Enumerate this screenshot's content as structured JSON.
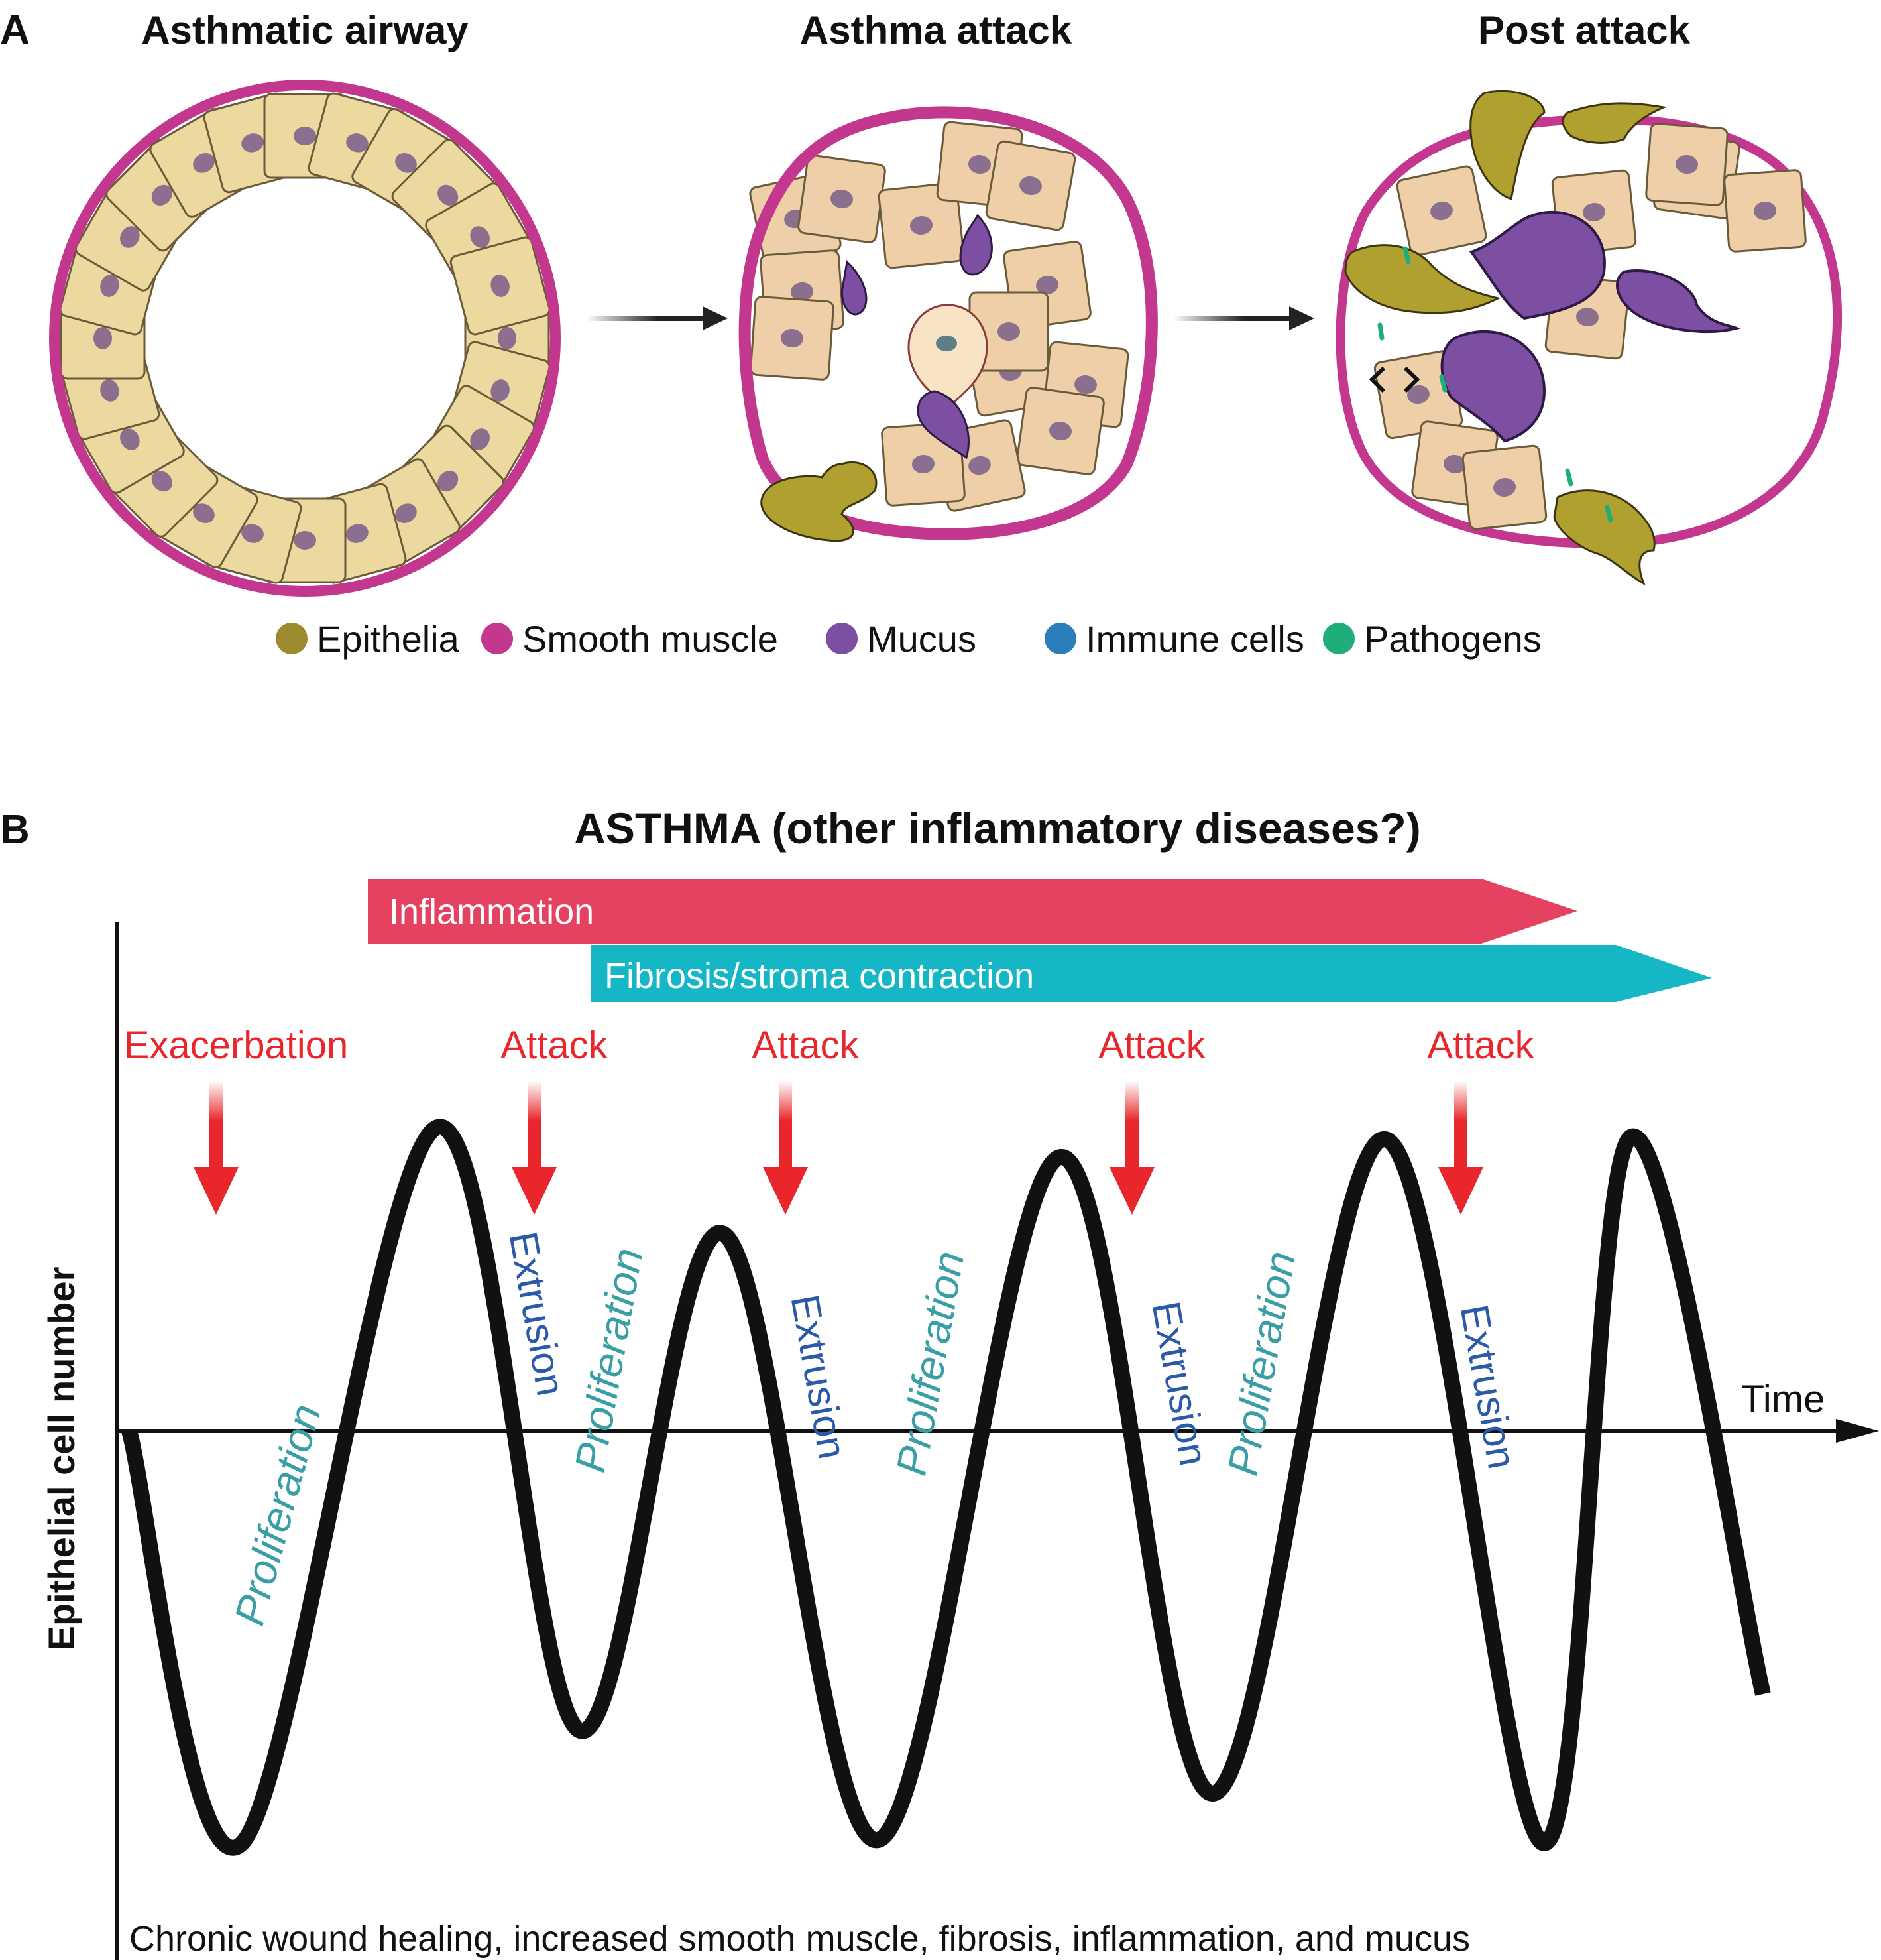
{
  "panel_a": {
    "label": "A",
    "stages": [
      {
        "title": "Asthmatic airway"
      },
      {
        "title": "Asthma attack"
      },
      {
        "title": "Post attack"
      }
    ],
    "legend": [
      {
        "label": "Epithelia",
        "color": "#9c8a2e"
      },
      {
        "label": "Smooth muscle",
        "color": "#c4378e"
      },
      {
        "label": "Mucus",
        "color": "#7d4fa2"
      },
      {
        "label": "Immune cells",
        "color": "#2a7fba"
      },
      {
        "label": "Pathogens",
        "color": "#1fae7a"
      }
    ]
  },
  "panel_b": {
    "label": "B",
    "title": "ASTHMA (other inflammatory diseases?)",
    "bars": [
      {
        "label": "Inflammation",
        "color": "#e44260"
      },
      {
        "label": "Fibrosis/stroma contraction",
        "color": "#15b6c6"
      }
    ],
    "events": [
      {
        "label": "Exacerbation"
      },
      {
        "label": "Attack"
      },
      {
        "label": "Attack"
      },
      {
        "label": "Attack"
      },
      {
        "label": "Attack"
      }
    ],
    "y_axis_label": "Epithelial cell number",
    "x_axis_label": "Time",
    "proliferation_label": "Proliferation",
    "extrusion_label": "Extrusion",
    "footnote": "Chronic wound healing, increased smooth muscle, fibrosis, inflammation, and mucus",
    "colors": {
      "event_red": "#e8262b",
      "proliferation": "#3a9ea5",
      "extrusion": "#2b5aa8"
    }
  }
}
